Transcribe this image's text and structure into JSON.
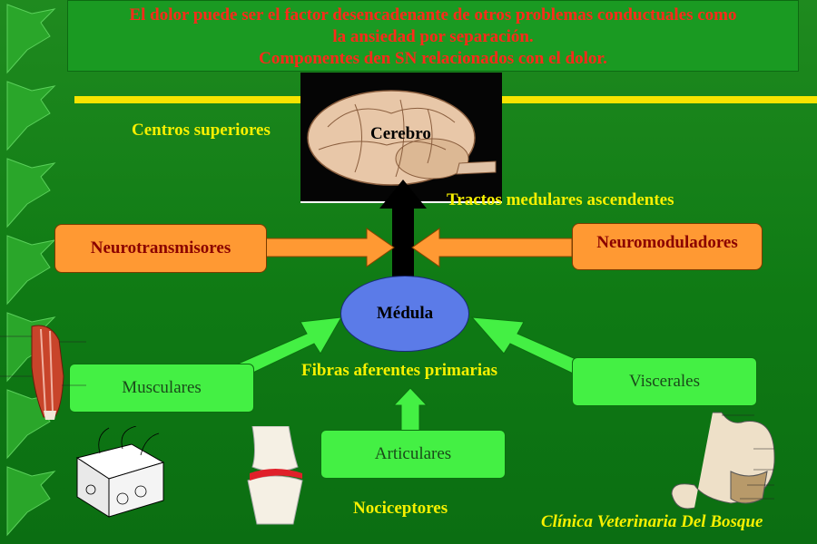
{
  "title": {
    "line1": "El dolor puede ser el factor desencadenante de otros problemas conductuales como",
    "line2": "la ansiedad por separación.",
    "line3": "Componentes den SN relacionados con el dolor."
  },
  "labels": {
    "centros": "Centros superiores",
    "cerebro": "Cerebro",
    "tractos": "Tractos medulares ascendentes",
    "fibras": "Fibras aferentes primarias",
    "nociceptores": "Nociceptores"
  },
  "nodes": {
    "neurotransmisores": "Neurotransmisores",
    "neuromoduladores": "Neuromoduladores",
    "medula": "Médula",
    "musculares": "Musculares",
    "viscerales": "Viscerales",
    "articulares": "Articulares"
  },
  "footer": "Clínica Veterinaria Del Bosque",
  "colors": {
    "background": "#117f16",
    "title_text": "#ff2a1a",
    "yellow": "#f7f000",
    "orange_box": "#ff9933",
    "green_box": "#44f044",
    "medula": "#5b7be8"
  }
}
